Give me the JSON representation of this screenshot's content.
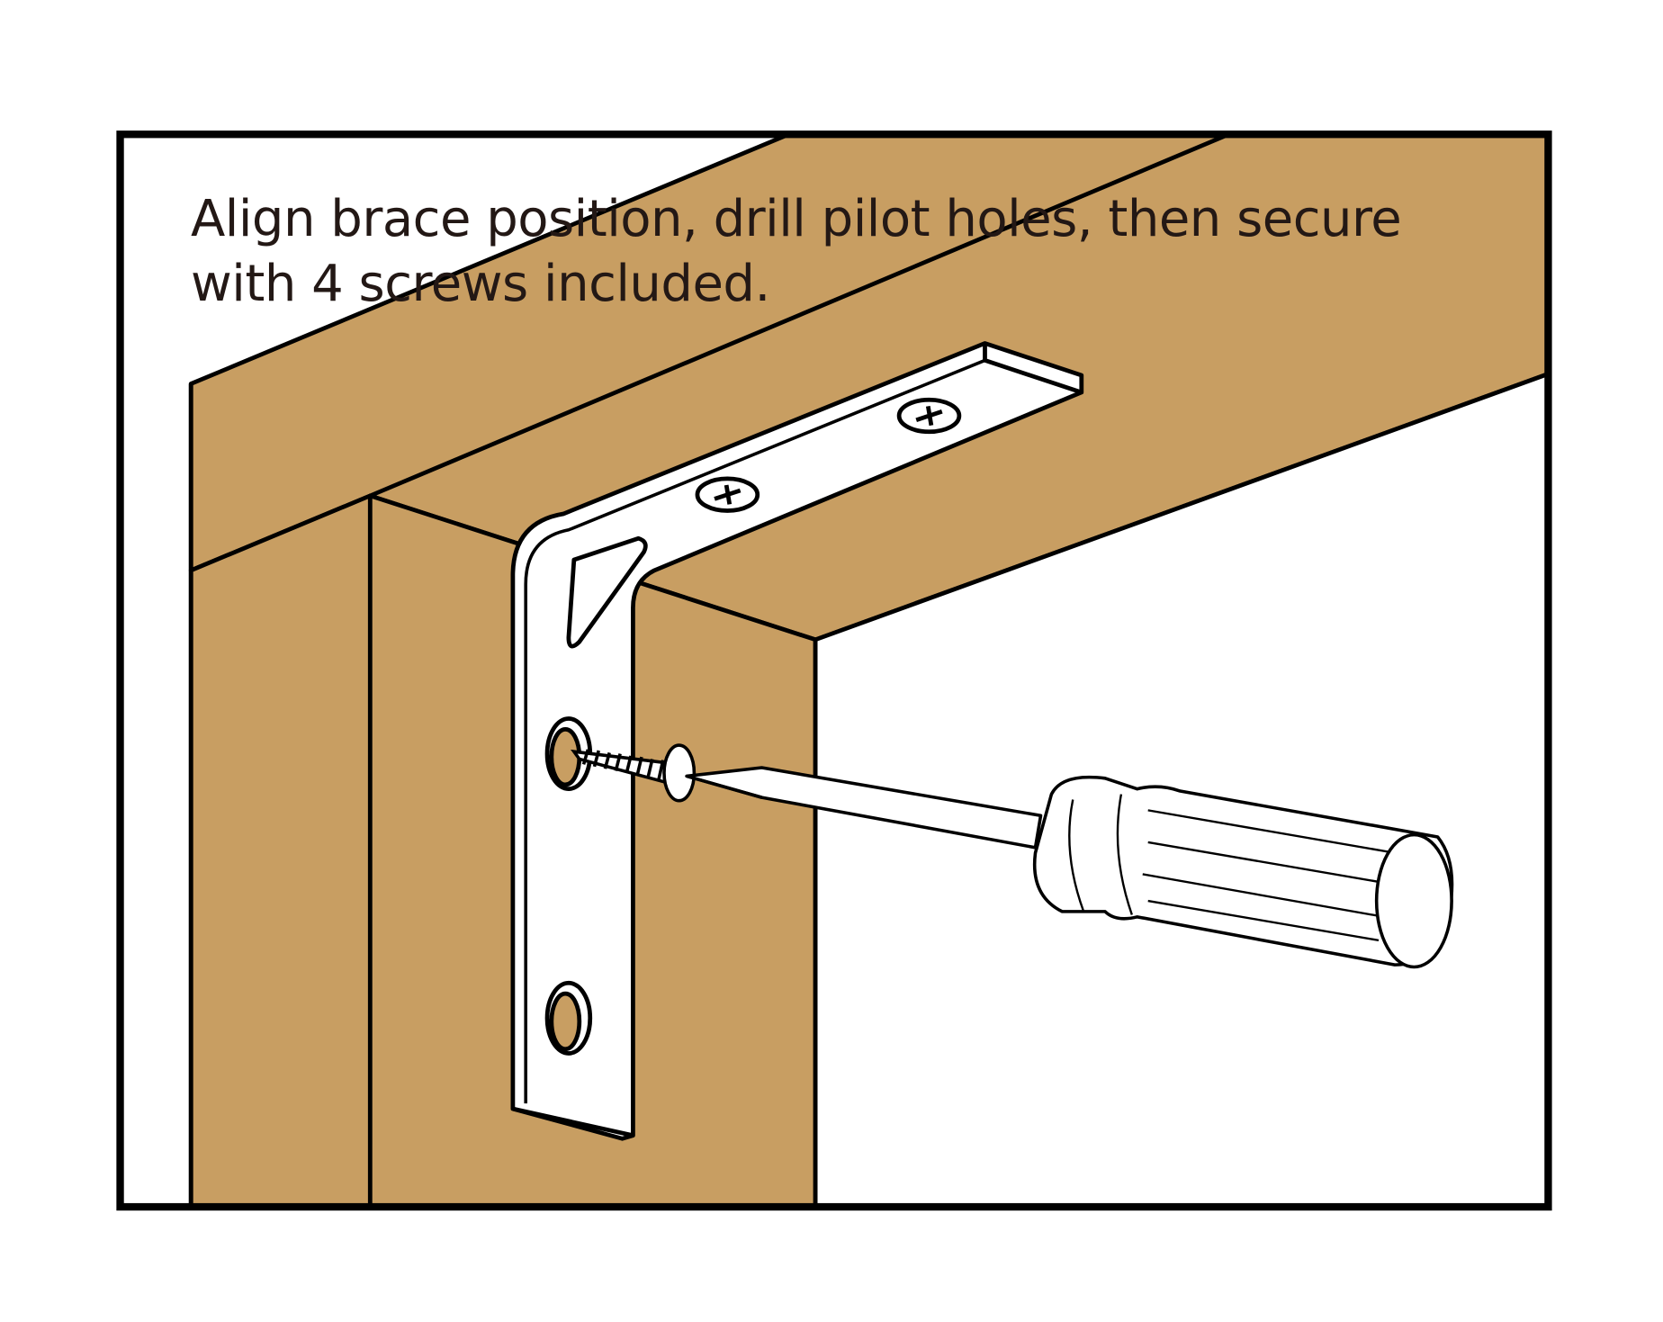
{
  "instruction": {
    "line1": "Align brace position, drill pilot holes, then secure",
    "line2": "with 4 screws included."
  },
  "colors": {
    "wood": "#C89E62",
    "outline": "#000000",
    "text": "#231815",
    "background": "#FFFFFF"
  },
  "illustration": {
    "parts": [
      "wooden-frame",
      "l-corner-brace",
      "screw",
      "screwdriver"
    ],
    "screws_installed_on_brace": 2,
    "open_holes_on_brace": 2
  }
}
